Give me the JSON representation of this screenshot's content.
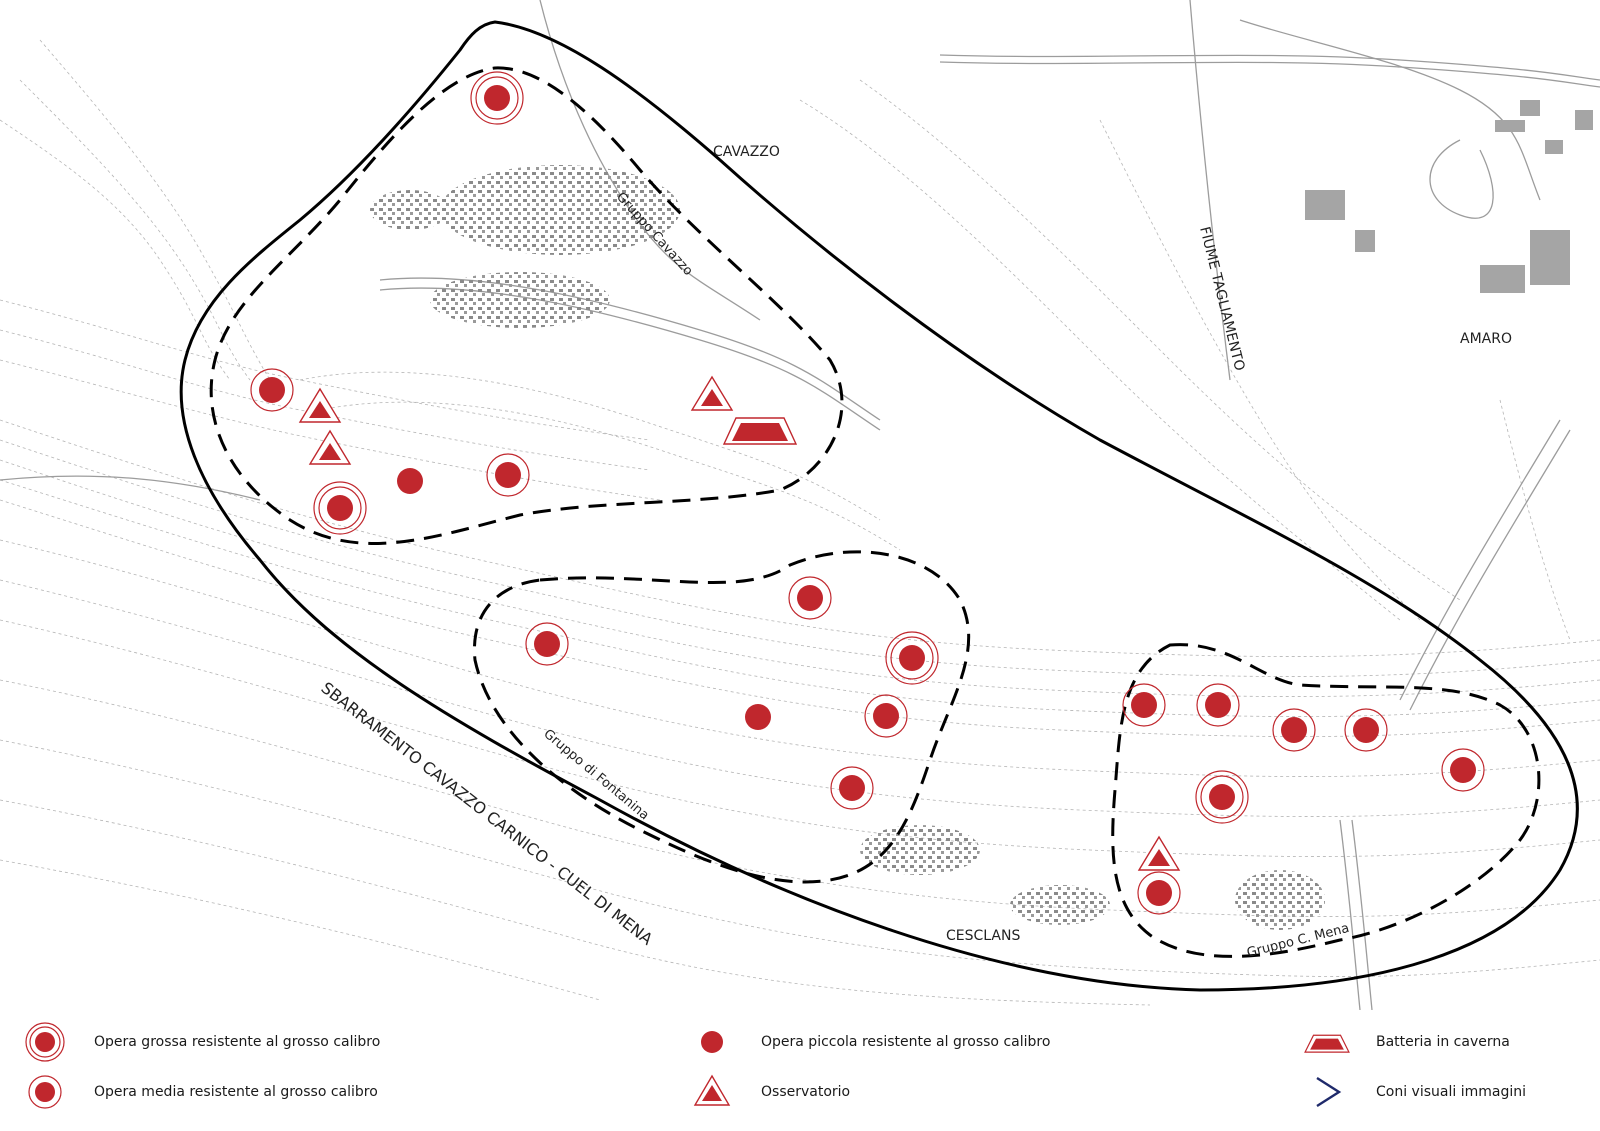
{
  "map": {
    "places": [
      {
        "id": "cavazzo",
        "label": "CAVAZZO"
      },
      {
        "id": "amaro",
        "label": "AMARO"
      },
      {
        "id": "cesclans",
        "label": "CESCLANS"
      },
      {
        "id": "fiume",
        "label": "FIUME TAGLIAMENTO"
      },
      {
        "id": "sbarramento",
        "label": "SBARRAMENTO CAVAZZO CARNICO - CUEL DI MENA"
      }
    ],
    "groups": [
      {
        "id": "g-cavazzo",
        "label": "Gruppo Cavazzo"
      },
      {
        "id": "g-fontanina",
        "label": "Gruppo di Fontanina"
      },
      {
        "id": "g-mena",
        "label": "Gruppo C. Mena"
      }
    ],
    "colors": {
      "symbol": "#c0272d",
      "boundary": "#000000",
      "terrain": "#9a9a9a",
      "sight": "#1f2a6b"
    }
  },
  "legend": {
    "items": [
      {
        "id": "opera-grossa",
        "label": "Opera grossa resistente al grosso calibro",
        "icon": "double-ring-dot-icon"
      },
      {
        "id": "opera-media",
        "label": "Opera media resistente al grosso calibro",
        "icon": "ring-dot-icon"
      },
      {
        "id": "opera-piccola",
        "label": "Opera piccola resistente al grosso calibro",
        "icon": "dot-icon"
      },
      {
        "id": "osservatorio",
        "label": "Osservatorio",
        "icon": "triangle-icon"
      },
      {
        "id": "batteria",
        "label": "Batteria in caverna",
        "icon": "trapezoid-icon"
      },
      {
        "id": "coni",
        "label": "Coni visuali immagini",
        "icon": "chevron-icon"
      }
    ]
  }
}
